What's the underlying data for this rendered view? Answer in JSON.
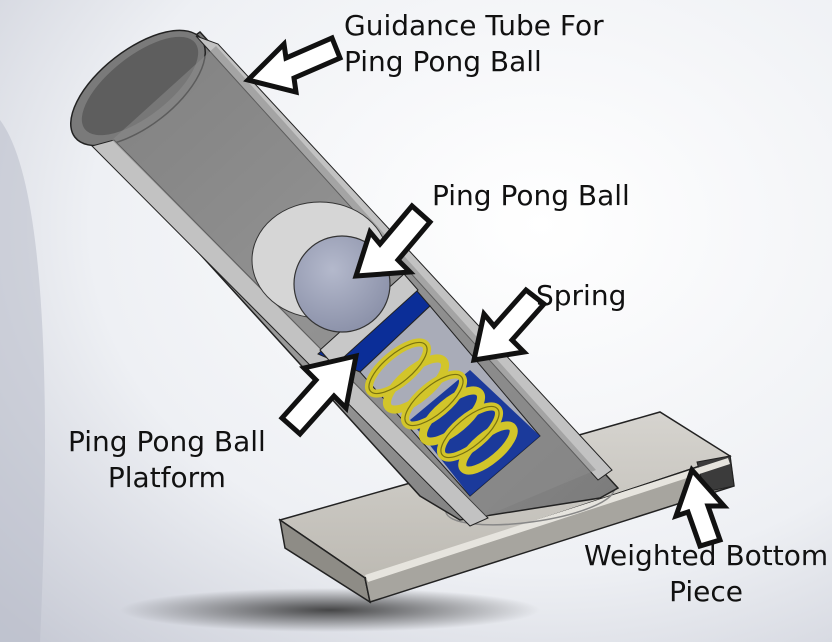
{
  "labels": {
    "guidance_tube_line1": "Guidance Tube For",
    "guidance_tube_line2": "Ping Pong Ball",
    "ping_pong_ball": "Ping Pong Ball",
    "spring": "Spring",
    "platform_line1": "Ping Pong Ball",
    "platform_line2": "Platform",
    "weighted_bottom_line1": "Weighted Bottom",
    "weighted_bottom_line2": "Piece"
  },
  "colors": {
    "background_edge": "#c9ccd6",
    "tube_gray": "#8a8a8a",
    "tube_light": "#bdbdbd",
    "base_gray": "#c4c2bd",
    "ball": "#9aa0b8",
    "platform_blue": "#0a2f9a",
    "spring_yellow": "#d9cc2a",
    "arrow_outline": "#111111"
  }
}
